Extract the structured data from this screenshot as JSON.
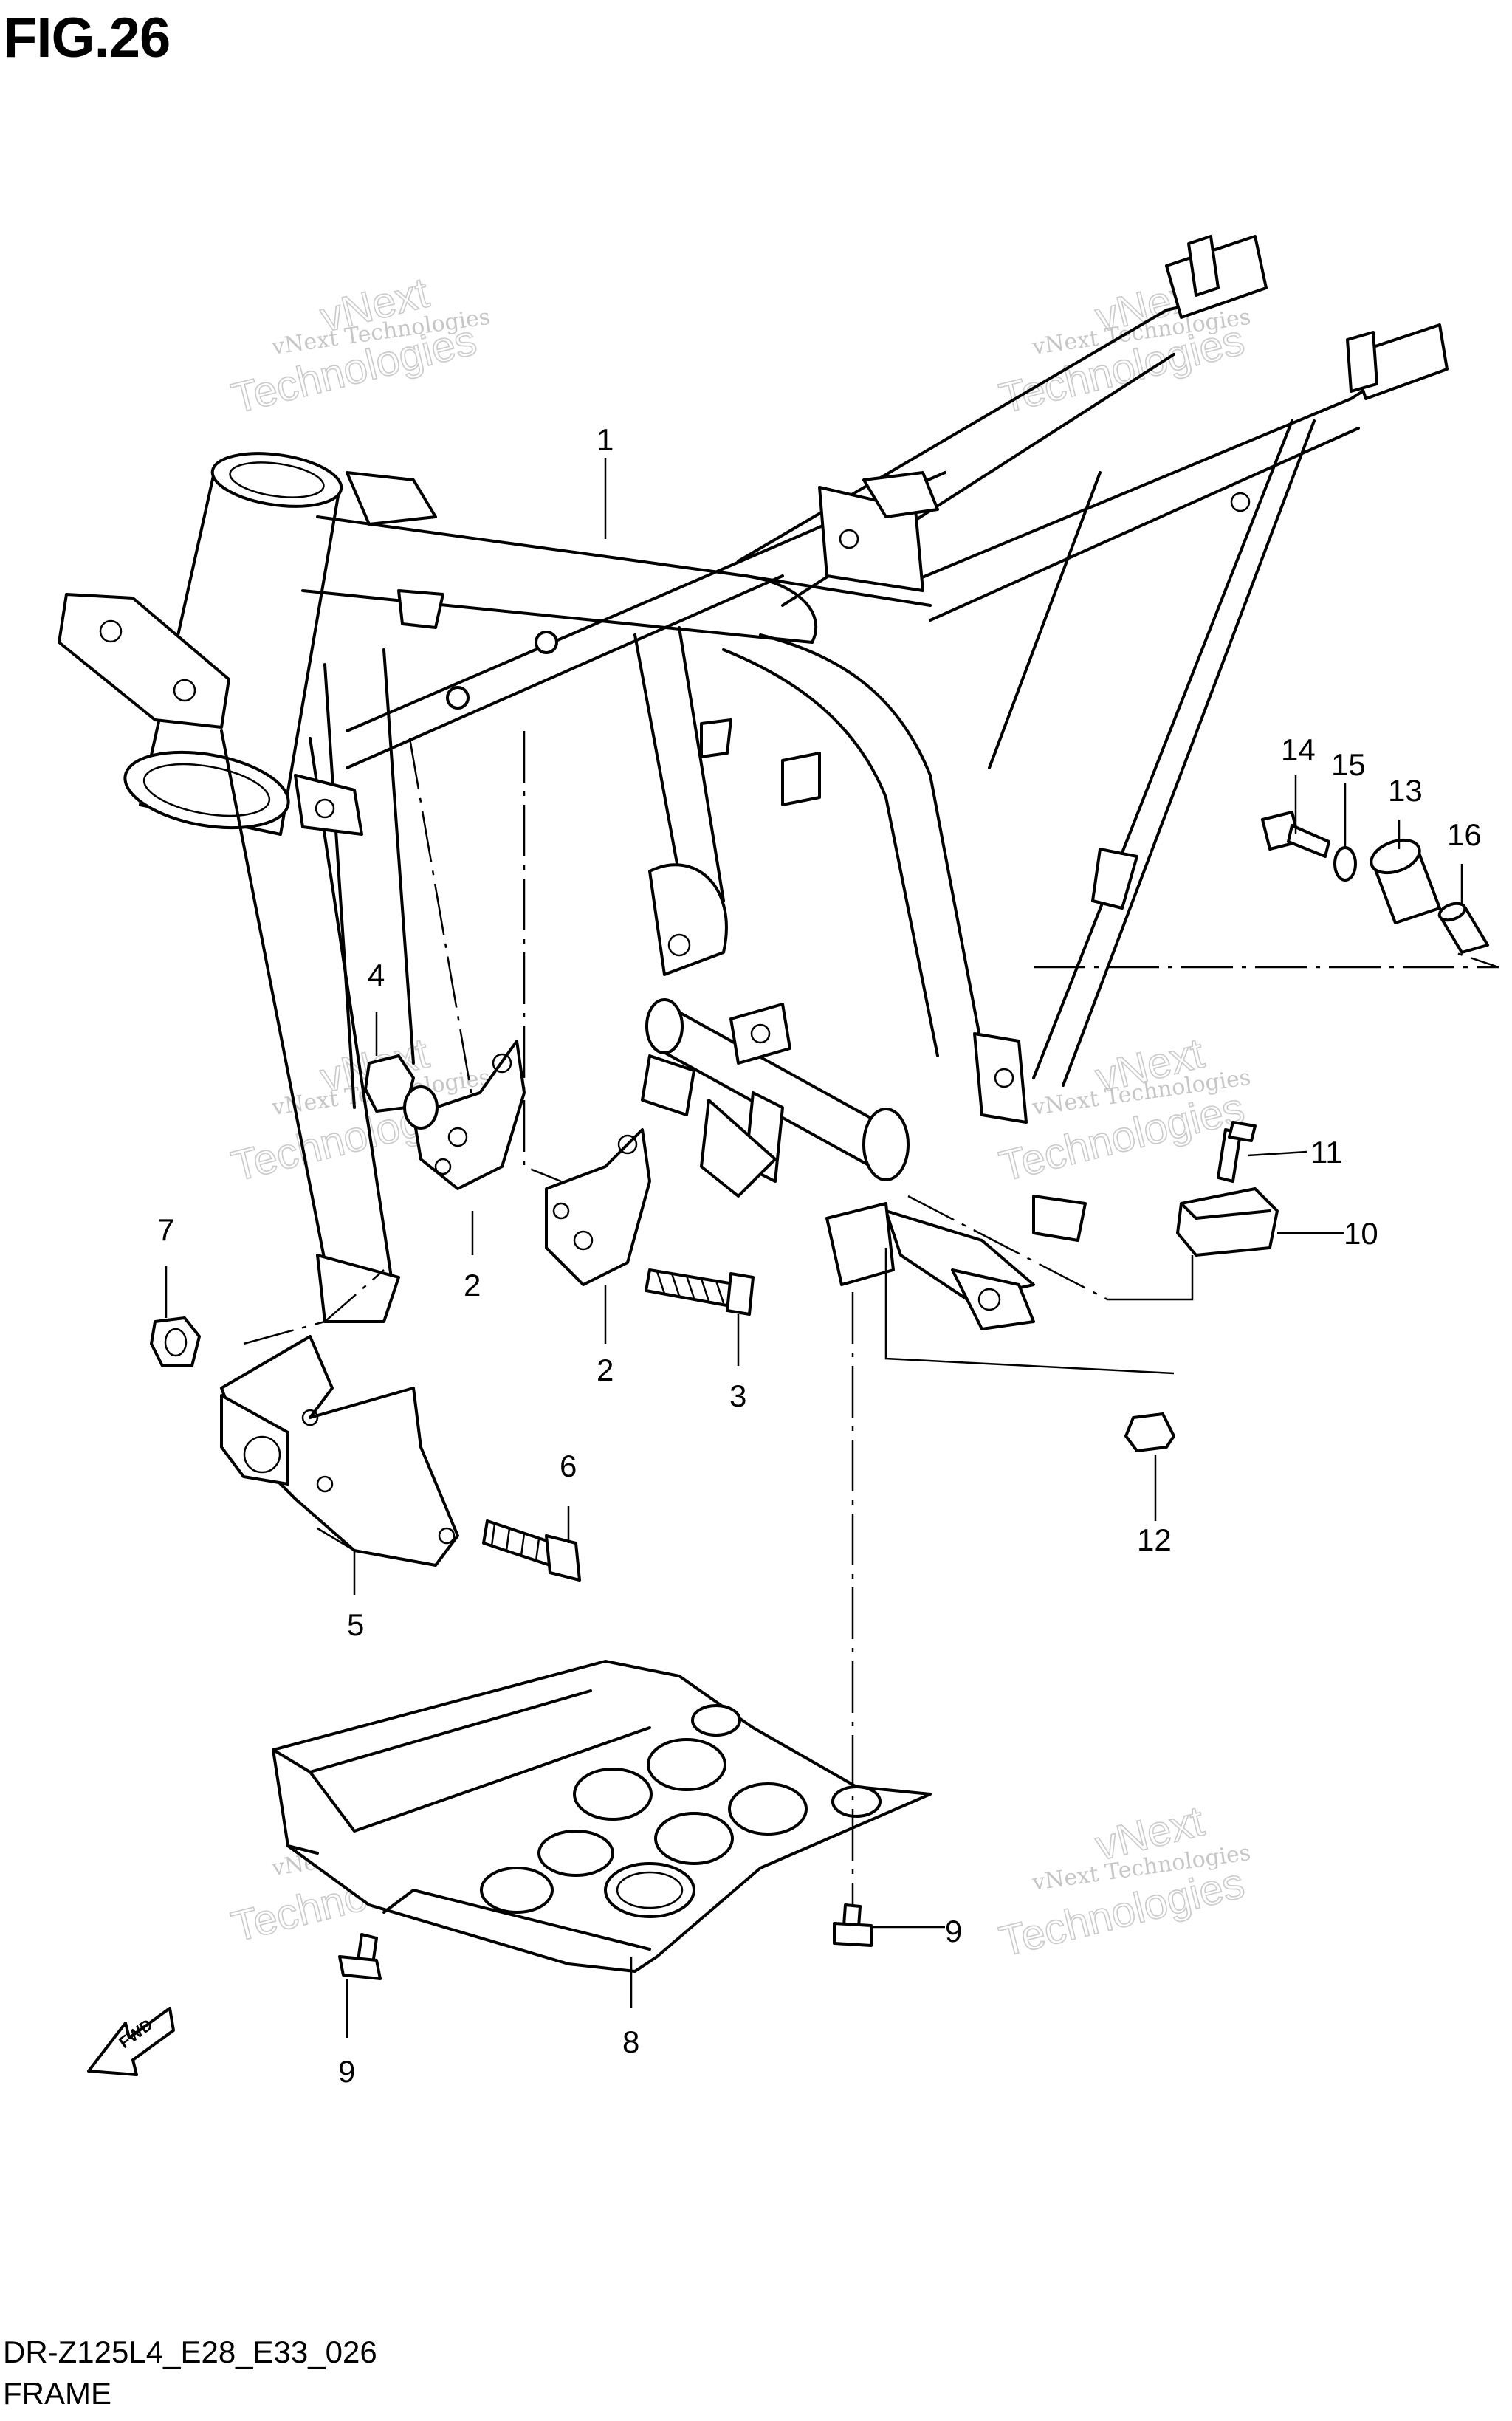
{
  "figure": {
    "title": "FIG.26"
  },
  "footer": {
    "code": "DR-Z125L4_E28_E33_026",
    "name": "FRAME"
  },
  "watermark": {
    "line1": "vNext Technologies",
    "line2": "Technologies",
    "line3": "vNext"
  },
  "callouts": {
    "c1": "1",
    "c2a": "2",
    "c2b": "2",
    "c3": "3",
    "c4": "4",
    "c5": "5",
    "c6": "6",
    "c7": "7",
    "c8": "8",
    "c9a": "9",
    "c9b": "9",
    "c10": "10",
    "c11": "11",
    "c12": "12",
    "c13": "13",
    "c14": "14",
    "c15": "15",
    "c16": "16"
  },
  "fwd_label": "FWD"
}
